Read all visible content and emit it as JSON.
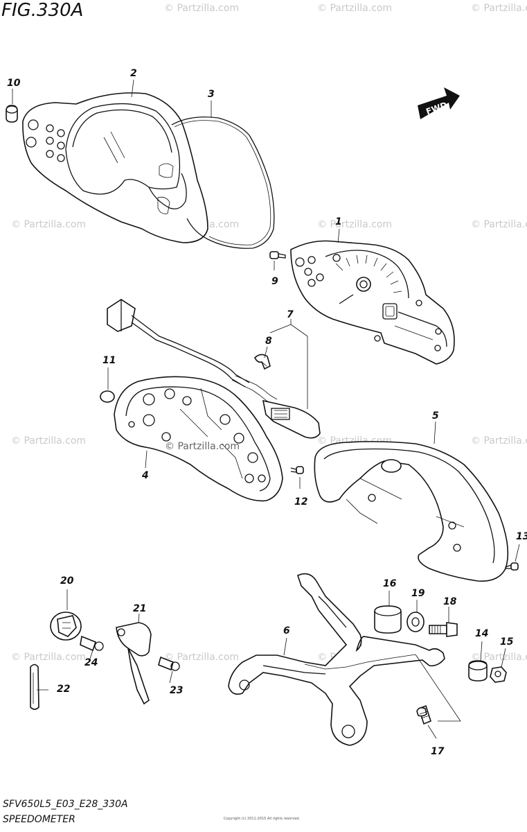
{
  "figure": {
    "title": "FIG.330A",
    "code": "SFV650L5_E03_E28_330A",
    "name": "SPEEDOMETER",
    "copyright": "Copyright (c) 2011-2015 All rights reserved."
  },
  "watermark": "© Partzilla.com",
  "center_watermark": "© Partzilla.com",
  "direction_label": "FWD",
  "callouts": [
    "10",
    "2",
    "3",
    "1",
    "9",
    "7",
    "8",
    "11",
    "4",
    "12",
    "5",
    "13",
    "20",
    "21",
    "24",
    "22",
    "23",
    "6",
    "16",
    "19",
    "18",
    "14",
    "15",
    "17"
  ]
}
